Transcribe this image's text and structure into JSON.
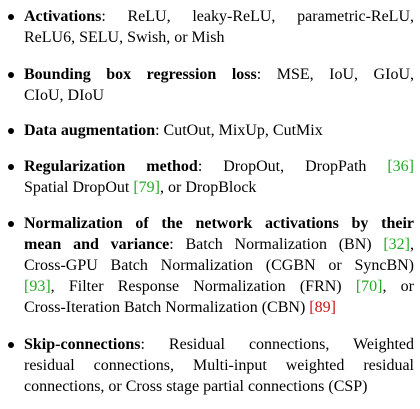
{
  "items": [
    {
      "term": "Activations",
      "lines": [
        ": ReLU, leaky-ReLU, parametric-ReLU,",
        "ReLU6, SELU, Swish, or Mish"
      ]
    },
    {
      "term": "Bounding box regression loss",
      "lines": [
        ": MSE, IoU, GIoU,",
        "CIoU, DIoU"
      ]
    },
    {
      "term": "Data augmentation",
      "lines": [
        ": CutOut, MixUp, CutMix"
      ]
    },
    {
      "term": "Regularization method",
      "lines": [
        ": DropOut, DropPath ",
        "Spatial DropOut ",
        ", or DropBlock"
      ],
      "cites": [
        "[36]",
        "[79]"
      ]
    },
    {
      "term_lines": [
        "Normalization of the network activations by their",
        "mean and variance"
      ],
      "lines": [
        ": Batch Normalization (BN) ",
        "Cross-GPU Batch Normalization (CGBN or SyncBN)",
        ", Filter Response Normalization (FRN) ",
        ", or",
        "Cross-Iteration Batch Normalization (CBN) "
      ],
      "cites": [
        "[32]",
        "[93]",
        "[70]",
        "[89]"
      ]
    },
    {
      "term": "Skip-connections",
      "lines": [
        ": Residual connections, Weighted",
        "residual connections, Multi-input weighted residual",
        "connections, or Cross stage partial connections (CSP)"
      ]
    }
  ]
}
